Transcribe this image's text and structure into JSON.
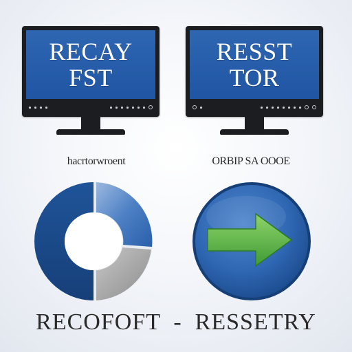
{
  "monitors": [
    {
      "line1": "RECAY",
      "line2": "FST"
    },
    {
      "line1": "RESST",
      "line2": "TOR"
    }
  ],
  "captions": {
    "left": "hacrtorwroent",
    "right": "ORBIP SA OOOE"
  },
  "bottom_title": "RECOFOFT  -  RESSETRY",
  "colors": {
    "screen": "#2a5fab",
    "bezel": "#1b1d21",
    "donut_dark": "#1d4f92",
    "donut_light": "#4a7cc0",
    "donut_gray": "#a9a9a9",
    "disc_blue": "#2f67b3",
    "arrow_green": "#5fb24a"
  },
  "icons": {
    "donut": "donut-chart-icon",
    "arrow": "right-arrow-icon"
  }
}
